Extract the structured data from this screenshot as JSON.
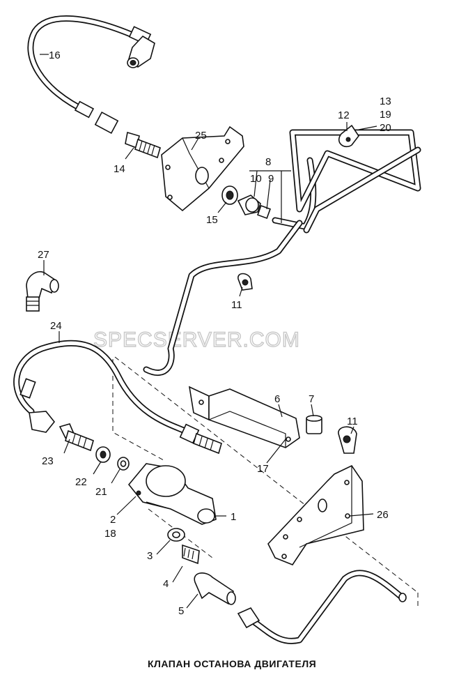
{
  "watermark": "SPECSERVER.COM",
  "caption": "КЛАПАН ОСТАНОВА ДВИГАТЕЛЯ",
  "callouts": [
    "16",
    "14",
    "25",
    "13",
    "12",
    "19",
    "20",
    "8",
    "10",
    "9",
    "15",
    "27",
    "11",
    "24",
    "6",
    "7",
    "11",
    "17",
    "23",
    "22",
    "21",
    "2",
    "18",
    "1",
    "3",
    "4",
    "5",
    "26"
  ]
}
